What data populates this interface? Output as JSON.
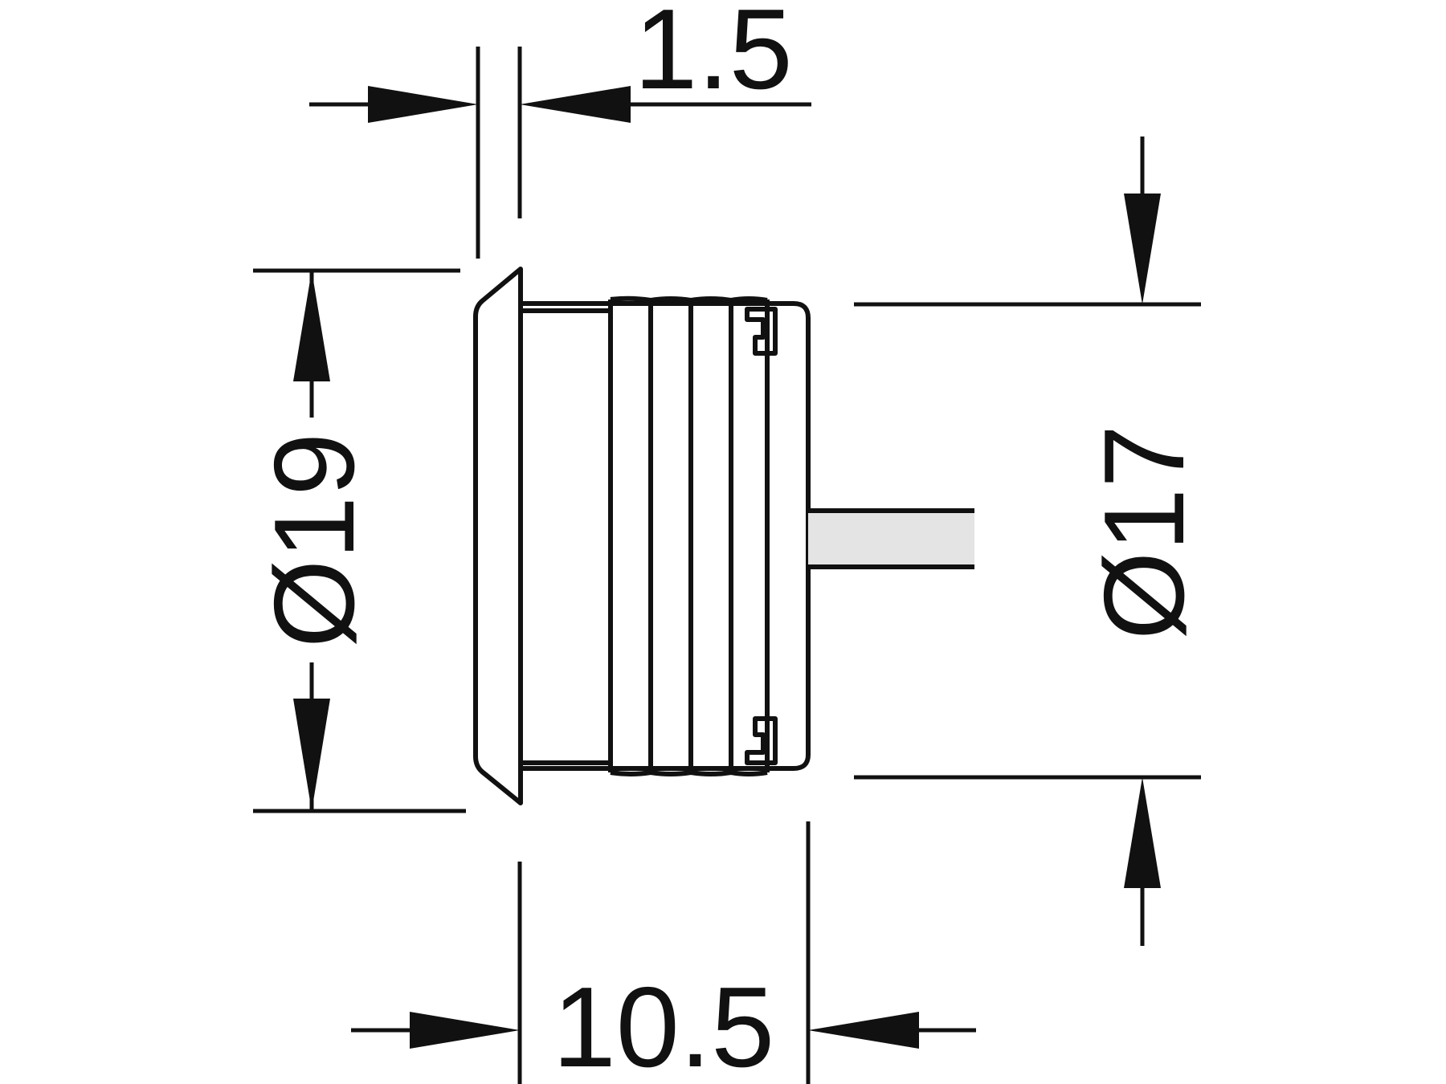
{
  "dimensions": {
    "flange_thickness": "1.5",
    "flange_diameter": "Ø19",
    "body_diameter": "Ø17",
    "body_length": "10.5"
  },
  "colors": {
    "line": "#111111",
    "cable_fill": "#e4e4e4",
    "background": "#ffffff"
  }
}
